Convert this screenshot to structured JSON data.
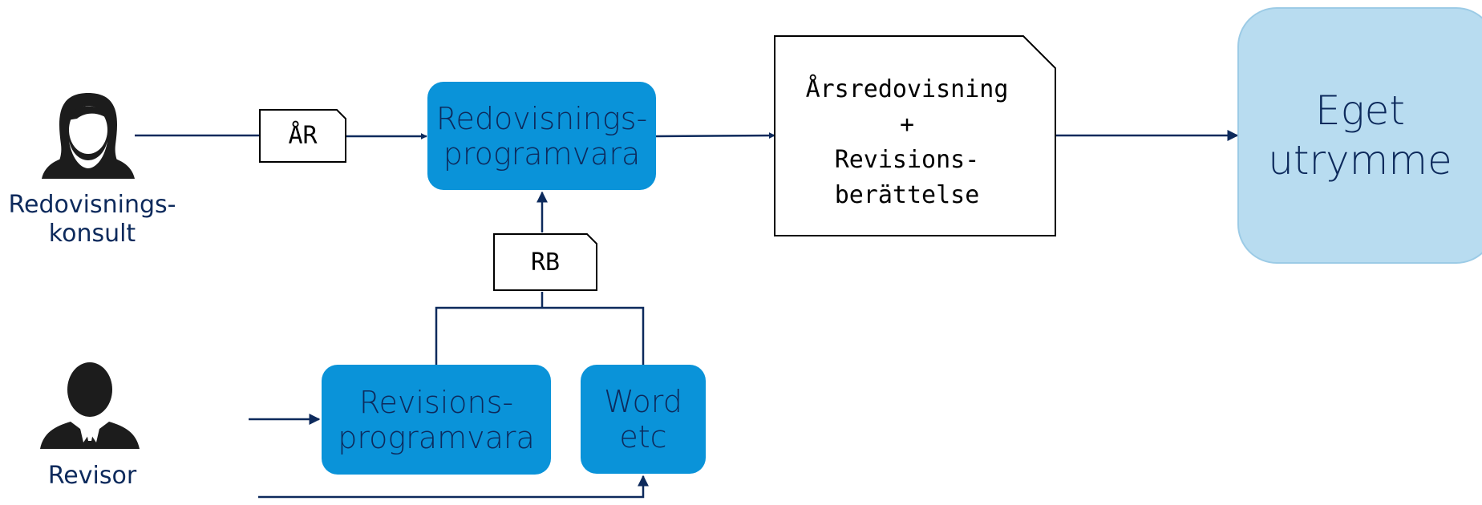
{
  "people": {
    "accountant": {
      "label_line1": "Redovisnings-",
      "label_line2": "konsult"
    },
    "auditor": {
      "label": "Revisor"
    }
  },
  "documents": {
    "ar": "ÅR",
    "rb": "RB",
    "report": {
      "line1": "Årsredovisning",
      "line2": "+",
      "line3": "Revisions-",
      "line4": "berättelse"
    }
  },
  "software": {
    "accounting": {
      "line1": "Redovisnings-",
      "line2": "programvara"
    },
    "audit": {
      "line1": "Revisions-",
      "line2": "programvara"
    },
    "word": {
      "line1": "Word",
      "line2": "etc"
    }
  },
  "destination": {
    "line1": "Eget",
    "line2": "utrymme"
  },
  "colors": {
    "box_blue": "#0a93d9",
    "destination_fill": "#b8dcf0",
    "line_navy": "#0d2a5c",
    "person": "#1c1c1c"
  }
}
